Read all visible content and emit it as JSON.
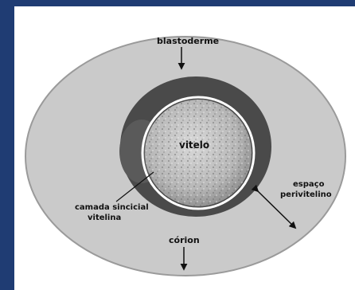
{
  "diagram": {
    "labels": {
      "blastoderme": "blastoderme",
      "vitelo": "vitelo",
      "camada_line1": "camada sincicial",
      "camada_line2": "vitelina",
      "espaco_line1": "espaço",
      "espaco_line2": "perivitelino",
      "corion": "córion"
    }
  }
}
